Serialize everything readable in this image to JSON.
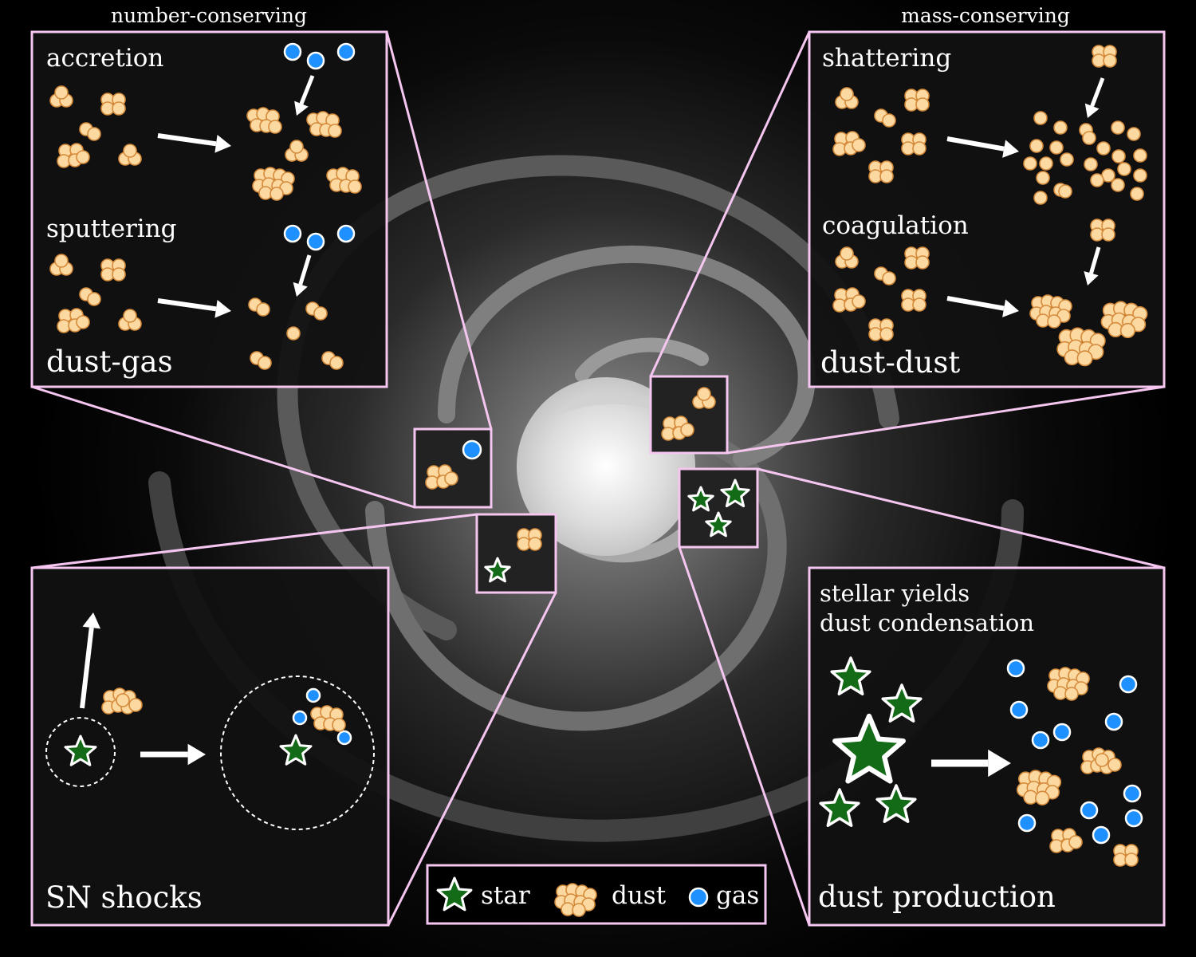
{
  "headers": {
    "left": "number-conserving",
    "right": "mass-conserving"
  },
  "panels": {
    "dust_gas": {
      "process_top": "accretion",
      "process_bottom": "sputtering",
      "title": "dust-gas"
    },
    "dust_dust": {
      "process_top": "shattering",
      "process_bottom": "coagulation",
      "title": "dust-dust"
    },
    "sn_shocks": {
      "title": "SN shocks"
    },
    "dust_production": {
      "subtitle_line1": "stellar yields",
      "subtitle_line2": "dust condensation",
      "title": "dust production"
    }
  },
  "legend": {
    "star": "star",
    "dust": "dust",
    "gas": "gas"
  },
  "colors": {
    "background": "#000000",
    "panel_border": "#f4c6f0",
    "dust_fill": "#fdd9a2",
    "dust_stroke": "#d48a3a",
    "gas_fill": "#1e90ff",
    "star_fill": "#136b17",
    "arrow": "#ffffff"
  },
  "icons": [
    "star-icon",
    "dust-grain-icon",
    "gas-particle-icon",
    "arrow-icon"
  ]
}
